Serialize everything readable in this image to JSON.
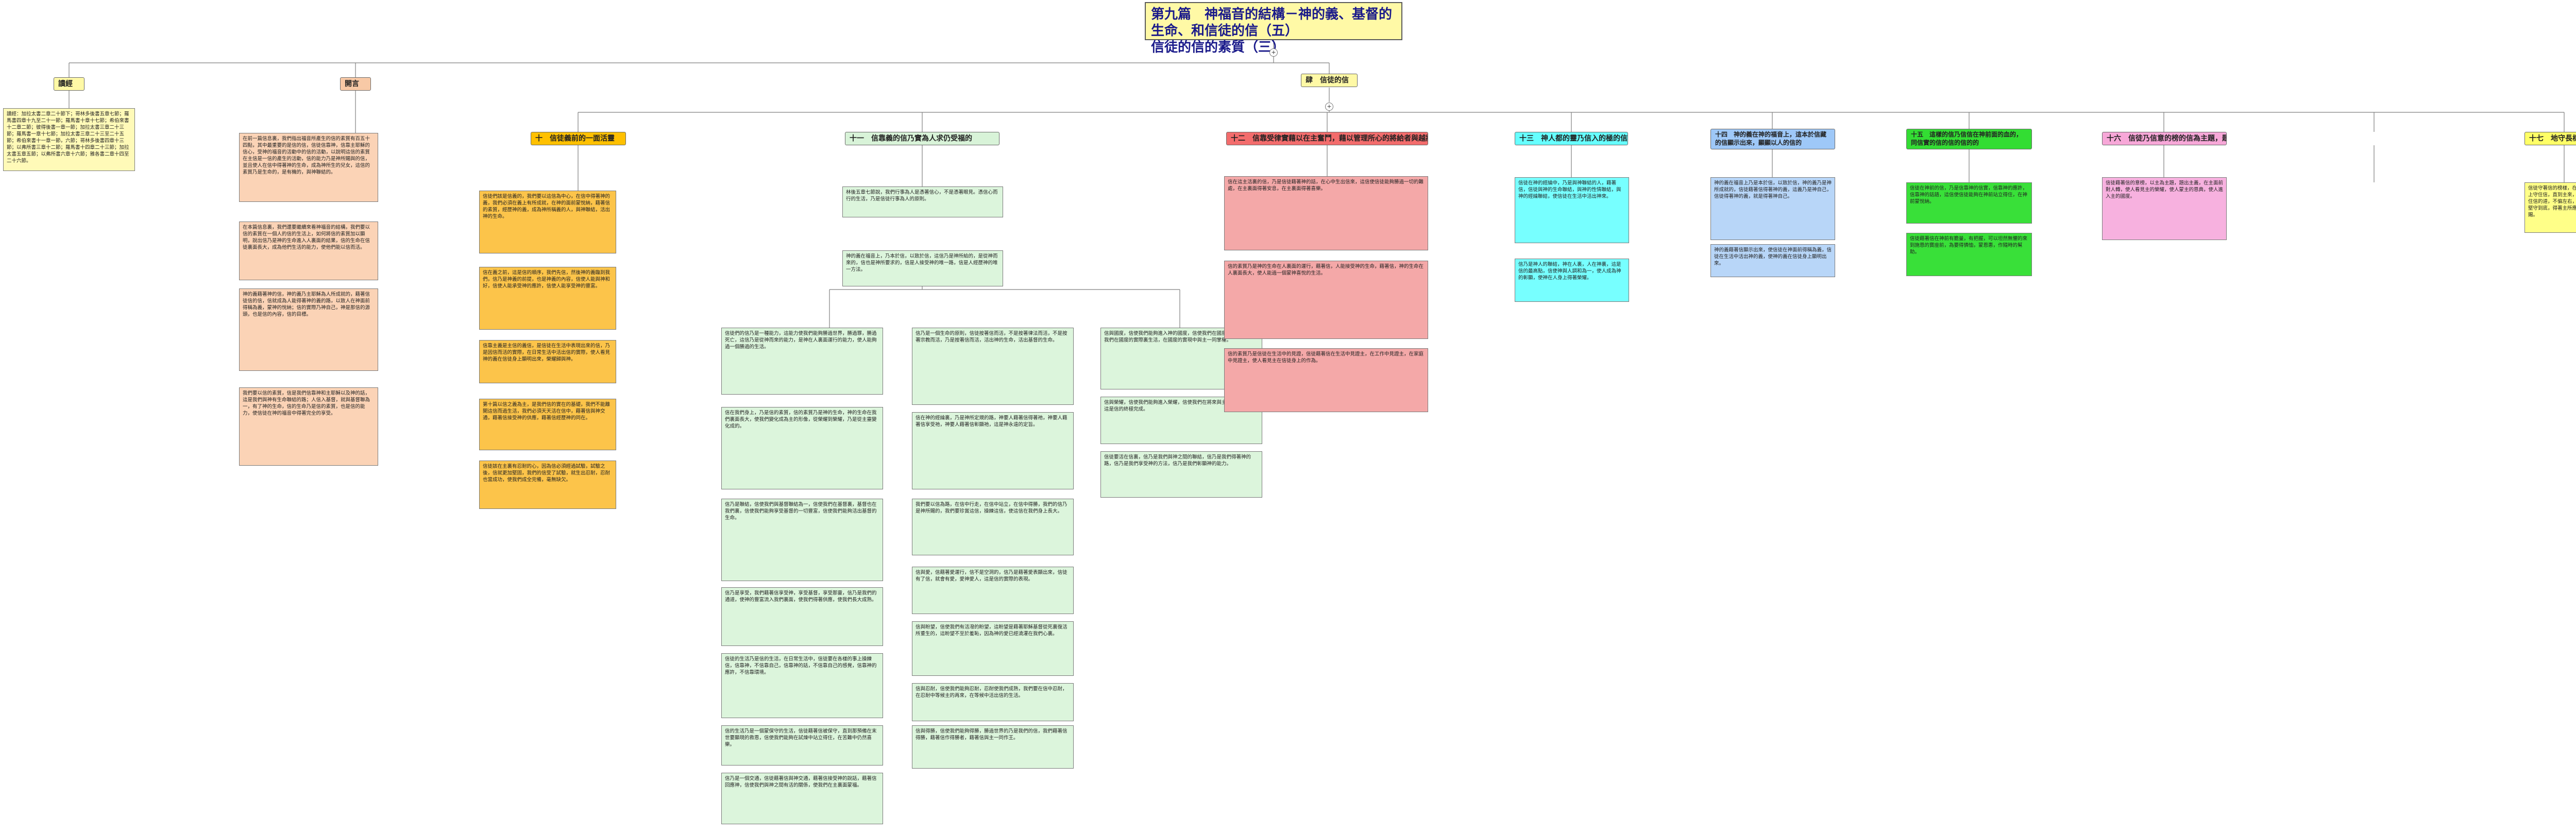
{
  "title": {
    "line1": "第九篇　神福音的結構－神的義、基督的生命、和信徒的信（五）",
    "line2": "信徒的信的素質（三）"
  },
  "hubs": {
    "root": "+",
    "faith": "+"
  },
  "branches": {
    "intro": "讀經",
    "opening": "開言",
    "faith": "肆　信徒的信",
    "b10": "十　信徒義前的一面活靈",
    "b11": "十一　信靠義的信乃實為人求仍受福的",
    "b12": "十二　信靠受律實藉以在主奮鬥，藉以管理所心的將給者與越將者",
    "b13": "十三　神人都的靈乃信入的極的信",
    "b14": "十四　神的義在神的福音上，這本於信藏的信顯示出來，顯顯以人的信的",
    "b15": "十五　這樣的信乃信信在神前面的血的，同信實的信的信的信的的",
    "b16": "十六　信徒乃信意的榜的信為主題，題出主義，並於主面對人轉",
    "b17": "十七　地守長樣的信的信"
  },
  "notes": {
    "intro": "讀經：加拉太書二章二十節下；哥林多後書五章七節；羅馬書四章十九至二十一節；羅馬書十章十七節；希伯來書十二章二節；彼得後書一章一節；加拉太書三章二十三節；羅馬書一章十七節；加拉太書三章二十三至二十五節；希伯來書十一章一節，六節；哥林多後書四章十三節；以弗所書三章十二節；羅馬書十四章二十三節；加拉太書五章五節；以弗所書六章十六節；雅各書二章十四至二十六節。",
    "open1": "在前一篇信息裏，我們指出福音所產生的信的素質有百五十四點，其中最重要的是信的信，信徒信靠神，信靠主耶穌的信心，受神的福音的活動中的信的活動，以說明這信的素質在主信是一信的產生的活動，信的能力乃是神所賜與的信，並且使人在信中得著神的生命，成為神所生的兒女，這信的素質乃是生命的，是有機的，與神聯結的。",
    "open2": "在本篇信息裏，我們還要繼續來看神福音的結構，我們要以信的素質在一個人的信的生活上，如何將信的素質加以顯明，說出信乃是神的生命進入人裏面的結果，信的生命在信徒裏面長大，成為他們生活的能力，使他們能以信而活。",
    "open3": "神的義藉著神的信，神的義乃主耶穌為人所成就的，藉著信徒信的信，信就成為人能得著神的義的路，以致人在神面前得稱為義，蒙神的悅納；信的實際乃神自己，神是那信的源頭，也是信的內容，信的目標。",
    "open4": "我們要以信的素質，信是我們信靠神和主耶穌以及神的話，這是我們與神有生命聯結的路；人信入基督，就與基督聯為一，有了神的生命，信的生命乃是信的素質，也是信的能力，使信徒在神的福音中得著完全的享受。",
    "b10a": "信徒們該是信義的，我們要以這信為中心，在信中得著神的義，我們必須在義上有所成就，在神的面前蒙悅納，藉著信的素質，經歷神的義，成為神所稱義的人，與神聯結，活出神的生命。",
    "b10b": "信在義之前，這是信的順序，我們先信，然後神的義臨到我們，信乃是神義的前提，也是神義的內容，信使人能與神和好，信使人能承受神的應許，信使人能享受神的豐富。",
    "b10c": "信靠主義是主信的義信，是信徒在生活中表現出來的信，乃是因信而活的實際，在日常生活中活出信的實際，使人看見神的義在信徒身上顯明出來，榮耀歸與神。",
    "b10d": "第十篇以信之義為主，是我們信的實在的基礎，我們不能離開這信而過生活，我們必須天天活在信中，藉著信與神交通，藉著信接受神的供應，藉著信經歷神的同在。",
    "b10e": "信徒該在主裏有忍耐的心，因為信必須經過試驗，試驗之後，信就更加堅固，我們的信受了試驗，就生出忍耐，忍耐也當成功，使我們成全完備，毫無缺欠。",
    "b11a": "林後五章七節說，我們行事為人是憑著信心，不是憑著眼見。憑信心而行的生活，乃是信徒行事為人的原則。",
    "b11b": "神的義在福音上，乃本於信，以致於信，這信乃是神所給的，是從神而來的，信也是神所要求的，信是人接受神的唯一路，信是人經歷神的唯一方法。",
    "b11c": "信徒們的信乃是一種能力，這能力使我們能夠勝過世界，勝過罪，勝過死亡，這信乃是從神而來的能力，是神在人裏面運行的能力，使人能夠過一個勝過的生活。",
    "b11d": "信在我們身上，乃是信的素質，信的素質乃是神的生命，神的生命在我們裏面長大，使我們變化成為主的形像，從榮耀到榮耀，乃是從主靈變化成的。",
    "b11e": "信乃是聯結，信使我們與基督聯結為一，信使我們在基督裏，基督也在我們裏，信使我們能夠享受基督的一切豐富，信使我們能夠活出基督的生命。",
    "b11f": "信乃是享受，我們藉著信享受神，享受基督，享受那靈，信乃是我們的通道，使神的豐富流入我們裏面，使我們得著供應，使我們長大成熟。",
    "b11g": "信徒的生活乃是信的生活，在日常生活中，信徒要在各樣的事上操練信，信靠神，不信靠自己，信靠神的話，不信靠自己的感覺，信靠神的應許，不信靠環境。",
    "b11h": "信的生活乃是一個蒙保守的生活，信徒藉著信被保守，直到那預備在末世要顯現的救恩，信使我們能夠在試煉中站立得住，在苦難中仍然喜樂。",
    "b11i": "信乃是一個交通，信徒藉著信與神交通，藉著信接受神的說話，藉著信回應神，信使我們與神之間有活的關係，使我們在主裏面蒙福。",
    "b11j": "信乃是一個生命的原則，信徒按著信而活，不是按著律法而活，不是按著宗教而活，乃是按著信而活，活出神的生命，活出基督的生命。",
    "b11k": "信在神的經綸裏，乃是神所定規的路，神要人藉著信得著祂，神要人藉著信享受祂，神要人藉著信彰顯祂，這是神永遠的定旨。",
    "b11l": "我們要以信為路，在信中行走，在信中站立，在信中得勝，我們的信乃是神所賜的，我們要珍賞這信，操練這信，使這信在我們身上長大。",
    "b11m": "信與愛，信藉著愛運行，信不是空洞的，信乃是藉著愛表顯出來，信徒有了信，就會有愛，愛神愛人，這是信的實際的表現。",
    "b11n": "信與盼望，信使我們有活潑的盼望，這盼望是藉著耶穌基督從死裏復活所重生的，這盼望不至於羞恥，因為神的愛已經澆灌在我們心裏。",
    "b11o": "信與忍耐，信使我們能夠忍耐，忍耐使我們成熟，我們要在信中忍耐，在忍耐中等候主的再來，在等候中活出信的生活。",
    "b11p": "信與得勝，信使我們能夠得勝，勝過世界的乃是我們的信，我們藉著信得勝，藉著信作得勝者，藉著信與主一同作王。",
    "b11q": "信與國度，信使我們能夠進入神的國度，信使我們在國度裏有分，信使我們在國度的實際裏生活，在國度的實現中與主一同掌權。",
    "b11r": "信與榮耀，信使我們能夠進入榮耀，信使我們在將來與主一同得榮耀，這是信的終極完成。",
    "b11s": "信徒要活在信裏，信乃是我們與神之間的聯結，信乃是我們得著神的路，信乃是我們享受神的方法，信乃是我們彰顯神的能力。",
    "b12a": "信在這主活裏的信，乃是信徒藉著神的話，在心中生出信來，這信使信徒能夠勝過一切的難處，在主裏面得著安息，在主裏面得著喜樂。",
    "b12b": "信的素質乃是神的生命在人裏面的運行，藉著信，人能接受神的生命，藉著信，神的生命在人裏面長大，使人能過一個蒙神喜悅的生活。",
    "b12c": "信的素質乃是信徒在生活中的見證，信徒藉著信在生活中見證主，在工作中見證主，在家庭中見證主，使人看見主在信徒身上的作為。",
    "b13a": "信徒在神的經綸中，乃是與神聯結的人，藉著信，信徒與神的生命聯結，與神的性情聯結，與神的經綸聯結，使信徒在生活中活出神來。",
    "b13b": "信乃是神人的聯結，神在人裏，人在神裏，這是信的最高點，信使神與人調和為一，使人成為神的彰顯，使神在人身上得著榮耀。",
    "b14a": "神的義在福音上乃是本於信，以致於信，神的義乃是神所成就的，信徒藉著信得著神的義，這義乃是神自己，信徒得著神的義，就是得著神自己。",
    "b14b": "神的義藉著信顯示出來，使信徒在神面前得稱為義，信徒在生活中活出神的義，使神的義在信徒身上顯明出來。",
    "b15a": "信徒在神前的信，乃是信靠神的信實，信靠神的應許，信靠神的話語，這信使信徒能夠在神前站立得住，在神前蒙悅納。",
    "b15b": "信徒藉著信在神前有膽量，有把握，可以坦然無懼的來到施恩的寶座前，為要得憐恤，蒙恩惠，作隨時的幫助。",
    "b16": "信徒藉著信的意榜，以主為主題，題出主義，在主面前對人轉，使人看見主的榮耀，使人蒙主的恩典，使人進入主的國度。",
    "b17": "信徒守著信的榜樣，在各樣的事上守住信，直到主來，信徒要守住信的道，不偏左右，在主裏面堅守到底，得著主所應許的賞賜。"
  }
}
